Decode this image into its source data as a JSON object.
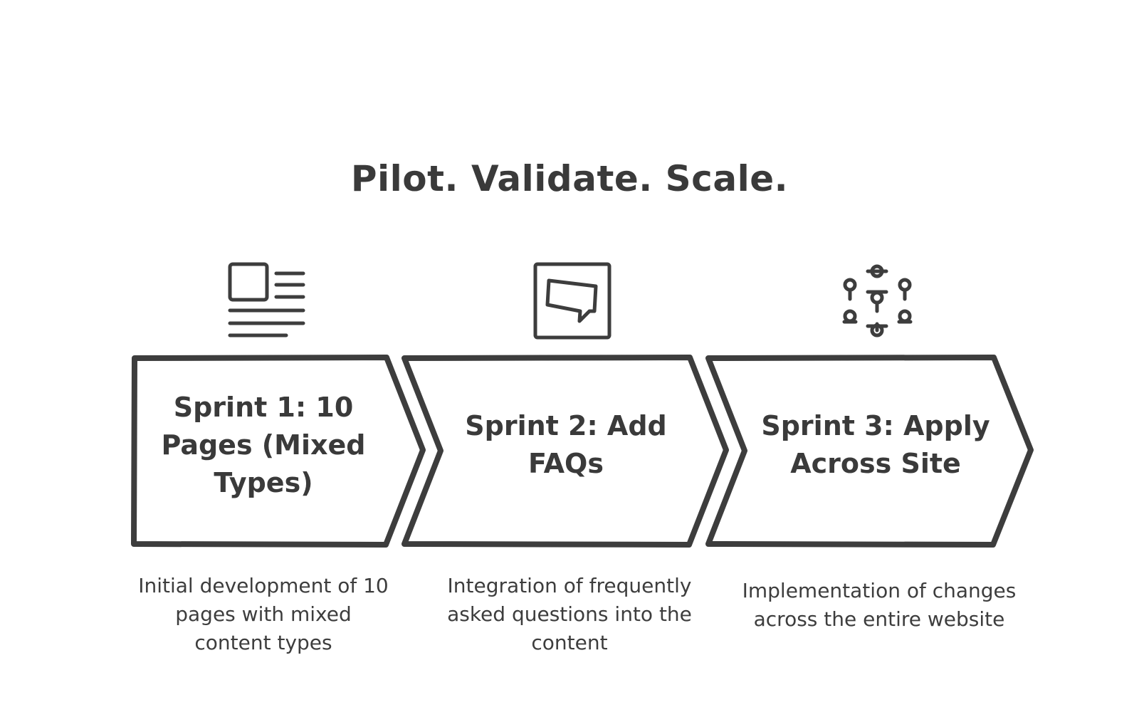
{
  "title": "Pilot. Validate. Scale.",
  "stages": [
    {
      "label": "Sprint 1: 10 Pages (Mixed Types)",
      "description": "Initial development of 10 pages with mixed content types",
      "icon": "document-layout-icon"
    },
    {
      "label": "Sprint 2: Add FAQs",
      "description": "Integration of frequently asked questions into the content",
      "icon": "chat-bubble-icon"
    },
    {
      "label": "Sprint 3: Apply Across Site",
      "description": "Implementation of changes across the entire website",
      "icon": "network-nodes-icon"
    }
  ],
  "colors": {
    "stroke": "#3d3d3d",
    "text": "#3a3a3a",
    "background": "#ffffff"
  }
}
